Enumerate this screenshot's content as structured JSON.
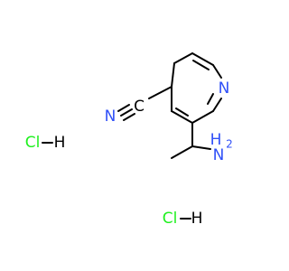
{
  "molecule": {
    "atoms": {
      "ring_nitrogen": "N",
      "nitrile_nitrogen": "N",
      "nitrile_carbon": "C",
      "amine_n": "N",
      "amine_h2": "H",
      "amine_sub": "2",
      "hcl1_cl": "Cl",
      "hcl1_h": "H",
      "hcl2_cl": "Cl",
      "hcl2_h": "H"
    },
    "colors": {
      "nitrogen": "#3050f8",
      "chlorine": "#1ff01f",
      "carbon": "#000000",
      "hydrogen": "#000000",
      "bond": "#000000"
    }
  }
}
